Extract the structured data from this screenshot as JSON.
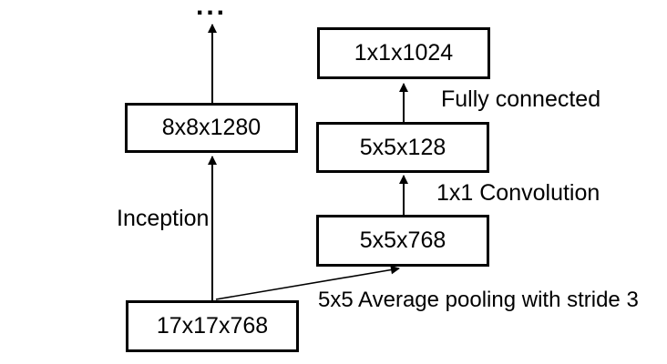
{
  "canvas": {
    "background_color": "#ffffff",
    "ink_color": "#000000"
  },
  "diagram": {
    "ellipsis": "...",
    "nodes": {
      "grid_8x8": {
        "label": "8x8x1280"
      },
      "fc_out": {
        "label": "1x1x1024"
      },
      "conv_out": {
        "label": "5x5x128"
      },
      "pool_out": {
        "label": "5x5x768"
      },
      "grid_17x17": {
        "label": "17x17x768"
      }
    },
    "edge_labels": {
      "inception": {
        "label": "Inception"
      },
      "fully_connected": {
        "label": "Fully connected"
      },
      "convolution": {
        "label": "1x1 Convolution"
      },
      "average_pooling": {
        "label": "5x5 Average pooling with stride 3"
      }
    }
  }
}
